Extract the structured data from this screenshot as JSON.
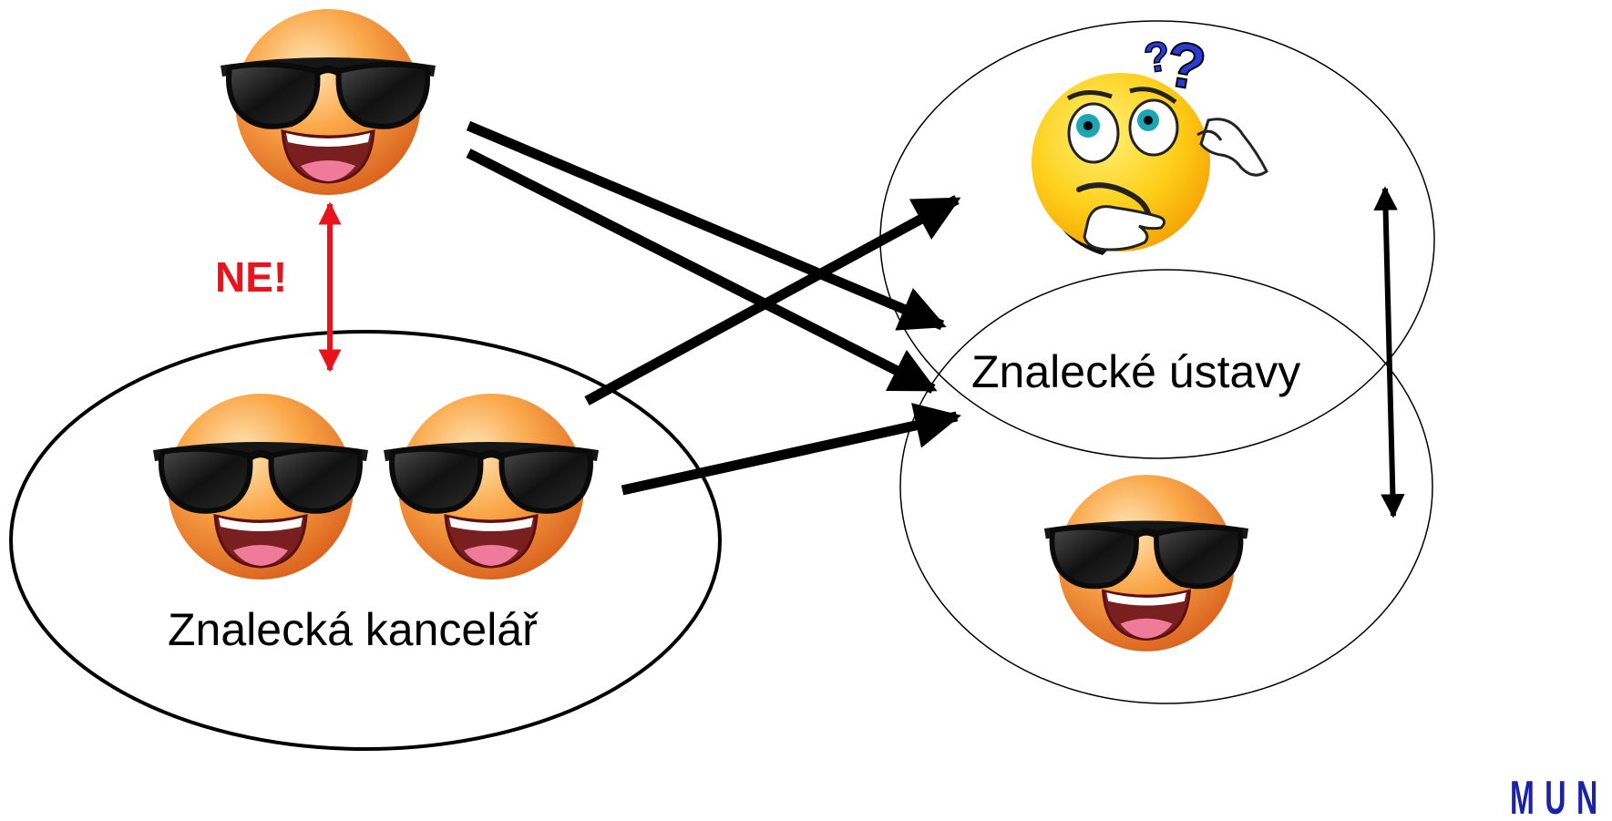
{
  "labels": {
    "office": "Znalecká kancelář",
    "institutes": "Znalecké ústavy",
    "ne": "NE!",
    "logo": "M U N"
  },
  "colors": {
    "ne": "#e8141c",
    "logo": "#1a22a8",
    "line": "#000000",
    "face_orange_light": "#ffd59a",
    "face_orange": "#f7962a",
    "face_orange_dark": "#d6621a",
    "thinker_yellow": "#ffd21f",
    "question_mark": "#2a3ad4"
  },
  "icons": {
    "cool_face": "sunglasses-smiley-icon",
    "thinking_face": "thinking-smiley-icon"
  }
}
